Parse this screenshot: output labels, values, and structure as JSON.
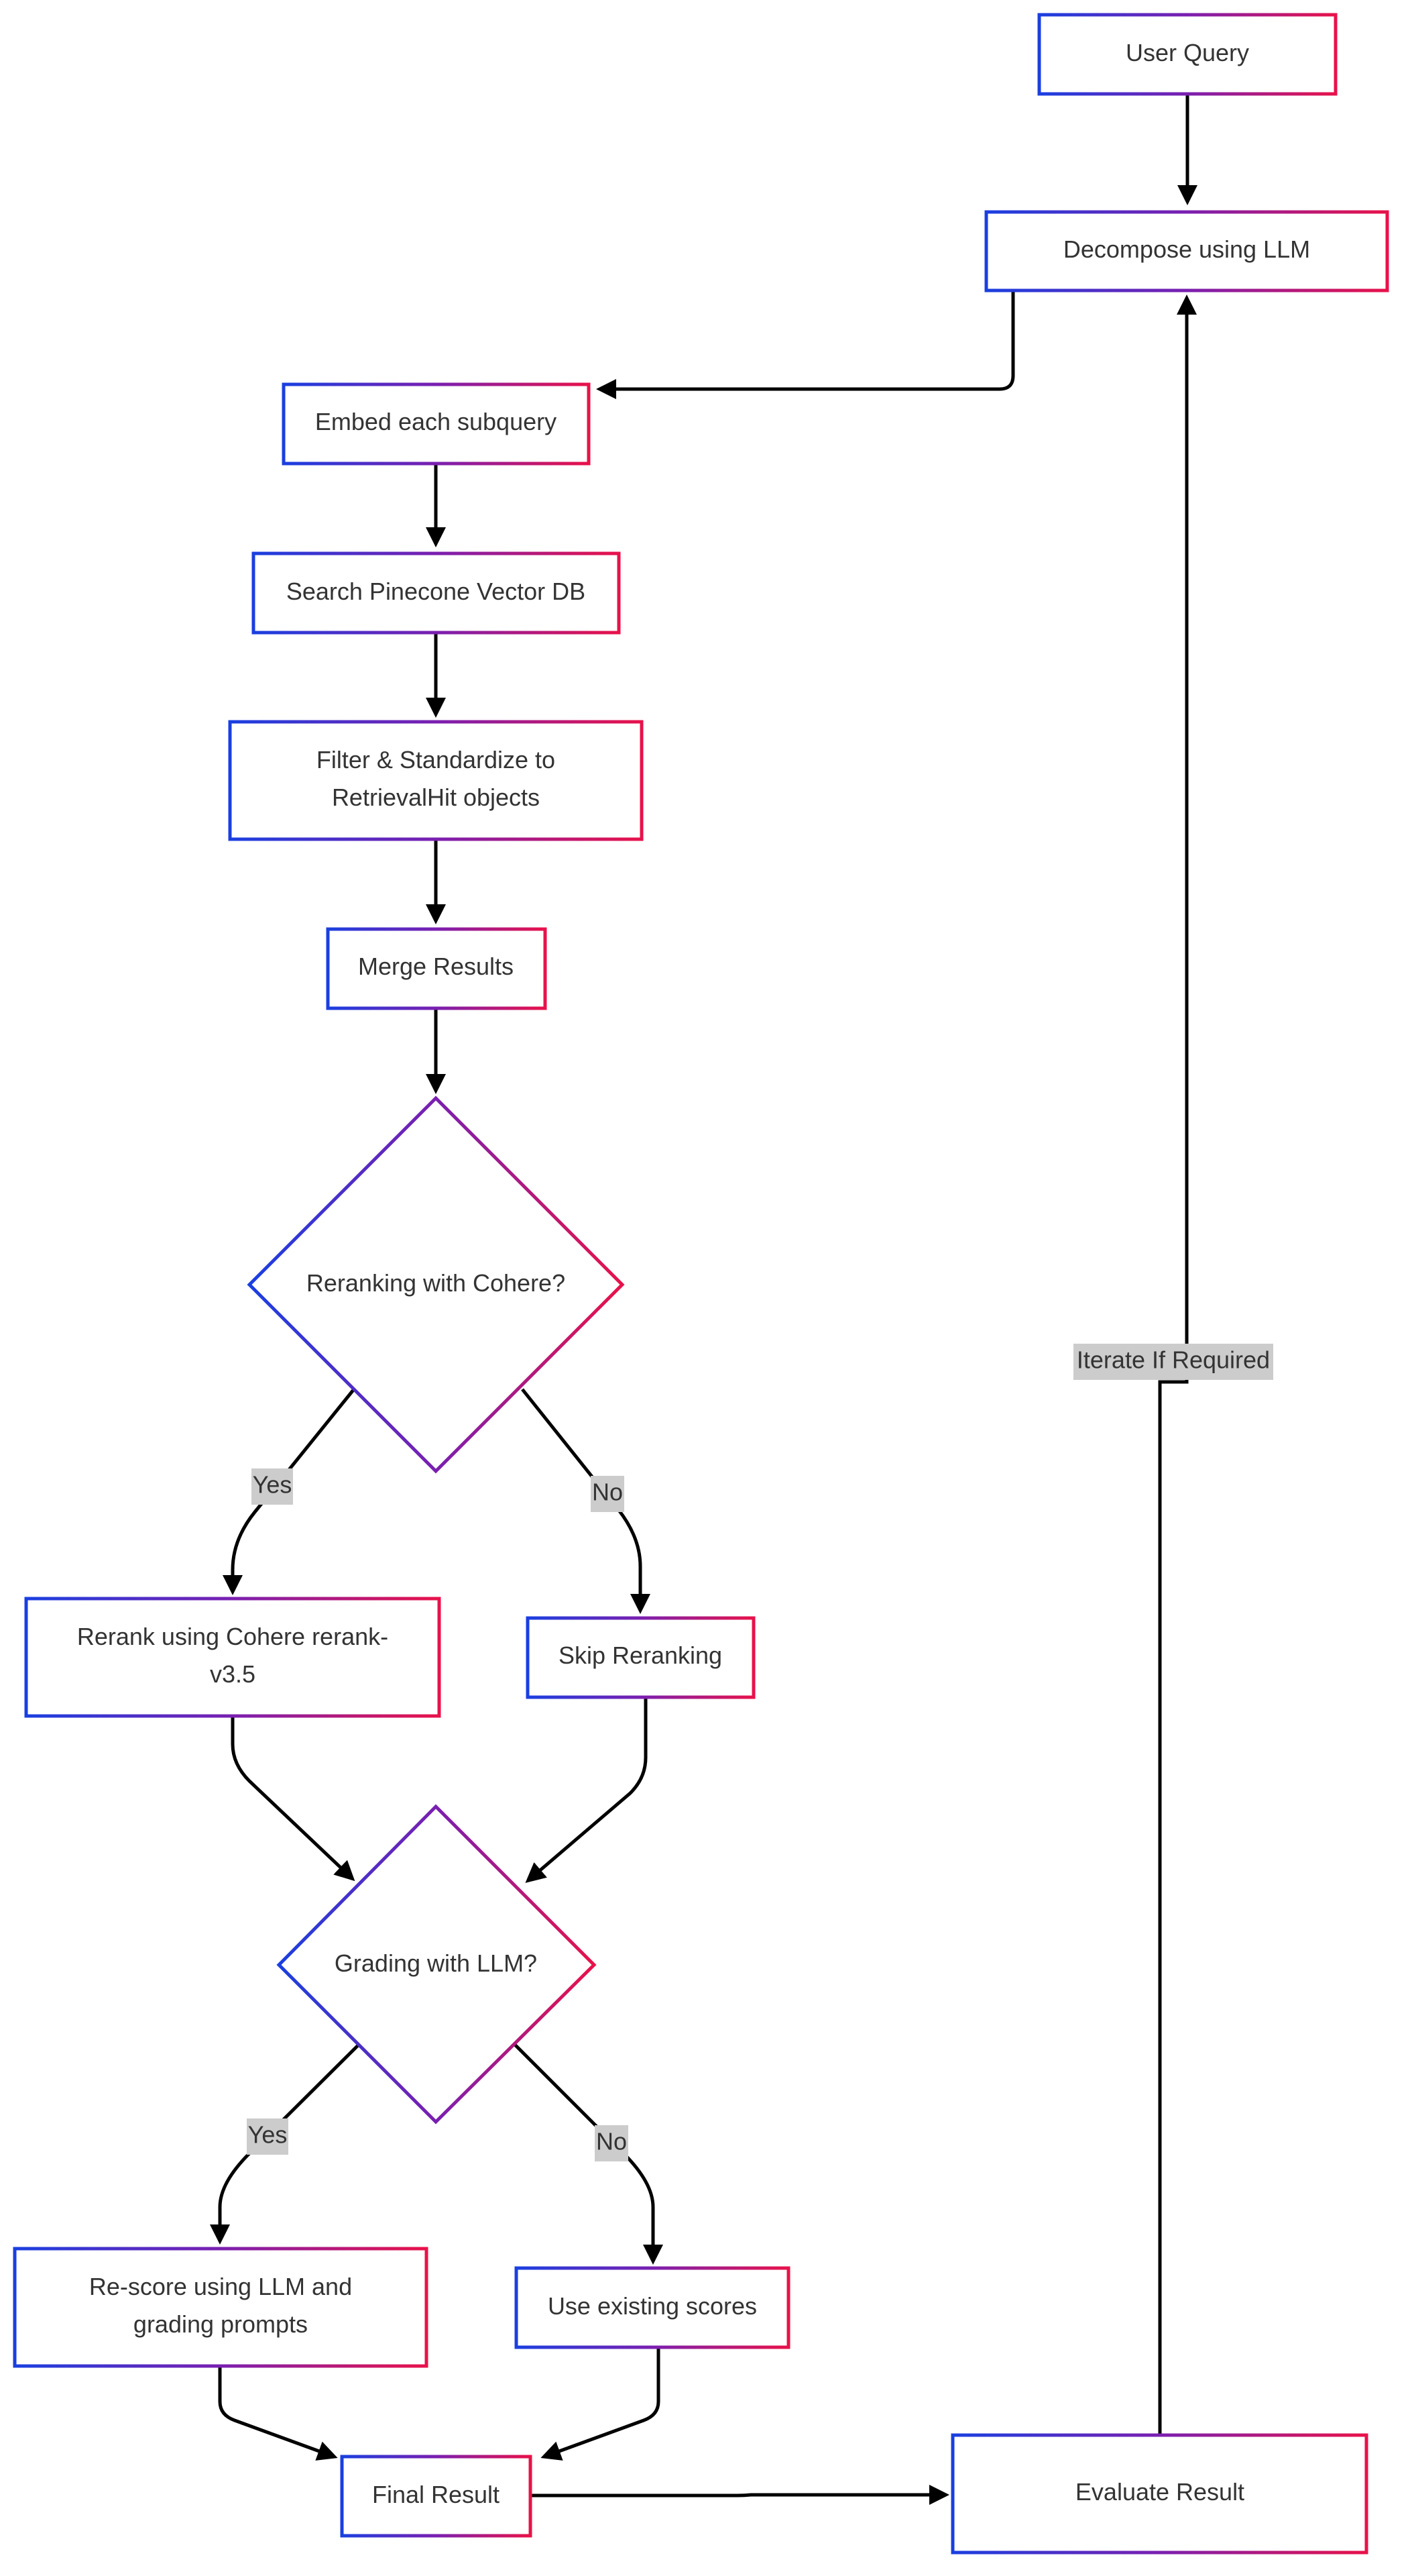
{
  "colors": {
    "gradient_start": "#1a3fe0",
    "gradient_mid": "#7a1fb0",
    "gradient_end": "#e8124a",
    "edge": "#000000",
    "label_background": "#cccccc",
    "text": "#333333"
  },
  "nodes": {
    "user_query": [
      "User Query"
    ],
    "decompose": [
      "Decompose using LLM"
    ],
    "embed": [
      "Embed each subquery"
    ],
    "search": [
      "Search Pinecone Vector DB"
    ],
    "filter": [
      "Filter & Standardize to",
      "RetrievalHit objects"
    ],
    "merge": [
      "Merge Results"
    ],
    "rerank_decision": [
      "Reranking with Cohere?"
    ],
    "rerank": [
      "Rerank using Cohere rerank-",
      "v3.5"
    ],
    "skip_rerank": [
      "Skip Reranking"
    ],
    "grading_decision": [
      "Grading with LLM?"
    ],
    "rescore": [
      "Re-score using LLM and",
      "grading prompts"
    ],
    "existing_scores": [
      "Use existing scores"
    ],
    "final_result": [
      "Final Result"
    ],
    "evaluate": [
      "Evaluate Result"
    ]
  },
  "edge_labels": {
    "rerank_yes": "Yes",
    "rerank_no": "No",
    "grading_yes": "Yes",
    "grading_no": "No",
    "iterate": "Iterate If Required"
  }
}
